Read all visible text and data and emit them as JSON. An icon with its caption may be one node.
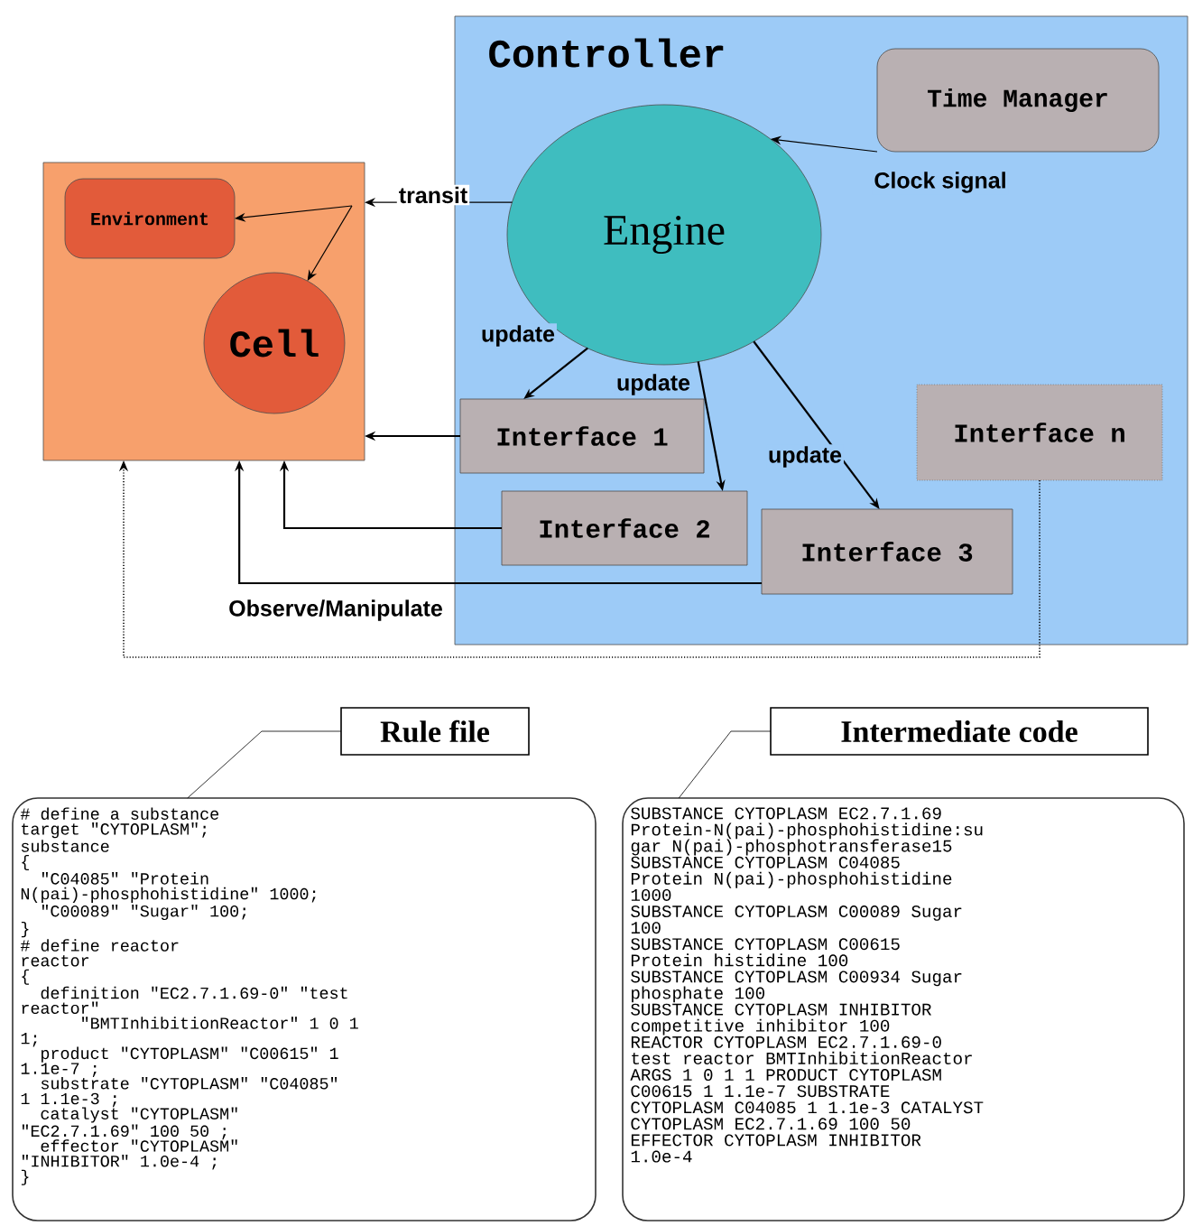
{
  "diagram": {
    "nodes": [
      {
        "text": [],
        "shape": "box"
      },
      {
        "text": [
          "Environment"
        ],
        "in": 0
      },
      {
        "text": [
          "Cell"
        ],
        "in": 0
      },
      {
        "text": [
          "Controller"
        ]
      },
      {
        "text": [
          "Time Manager"
        ],
        "in": 3
      },
      {
        "text": [
          "Engine"
        ],
        "in": 3
      },
      {
        "text": [
          "Interface 1"
        ],
        "in": 3
      },
      {
        "text": [
          "Interface 2"
        ],
        "in": 3
      },
      {
        "text": [
          "Interface 3"
        ],
        "in": 3
      },
      {
        "text": [
          "Interface n"
        ],
        "in": 3
      },
      {
        "text": [
          "Rule file"
        ]
      },
      {
        "text": [
          "# define a substance",
          "target \"CYTOPLASM\";",
          "substance",
          "{",
          "\"C04085\" \"Protein",
          "N(pai)-phosphohistidine\" 1000;",
          "\"C00089\" \"Sugar\" 100;",
          "}",
          "# define reactor",
          "reactor",
          "{",
          "definition \"EC2.7.1.69-0\" \"test",
          "reactor\"",
          "\"BMTInhibitionReactor\" 1 0 1",
          "1;",
          "product \"CYTOPLASM\" \"C00615\" 1",
          "1.1e-7 ;",
          "substrate \"CYTOPLASM\" \"C04085\"",
          "1 1.1e-3 ;",
          "catalyst \"CYTOPLASM\"",
          "\"EC2.7.1.69\" 100 50 ;",
          "effector \"CYTOPLASM\"",
          "\"INHIBITOR\" 1.0e-4 ;",
          "}"
        ]
      },
      {
        "text": [
          "Intermediate code"
        ]
      },
      {
        "text": [
          "SUBSTANCE CYTOPLASM EC2.7.1.69",
          "Protein-N(pai)-phosphohistidine:su",
          "gar N(pai)-phosphotransferase15",
          "SUBSTANCE CYTOPLASM C04085",
          "Protein N(pai)-phosphohistidine",
          "1000",
          "SUBSTANCE CYTOPLASM C00089 Sugar",
          "100",
          "SUBSTANCE CYTOPLASM C00615",
          "Protein histidine 100",
          "SUBSTANCE CYTOPLASM C00934 Sugar",
          "phosphate 100",
          "SUBSTANCE CYTOPLASM INHIBITOR",
          "competitive inhibitor 100",
          "REACTOR CYTOPLASM EC2.7.1.69-0",
          "test reactor BMTInhibitionReactor",
          "ARGS 1 0 1 1 PRODUCT CYTOPLASM",
          "C00615 1 1.1e-7 SUBSTRATE",
          "CYTOPLASM C04085 1 1.1e-3 CATALYST",
          "CYTOPLASM EC2.7.1.69 100 50",
          "EFFECTOR CYTOPLASM INHIBITOR",
          "1.0e-4"
        ]
      }
    ],
    "edges": [
      {
        "from": 4,
        "to": 5,
        "arrow": "to",
        "label": "Clock signal"
      },
      {
        "from": 5,
        "to": 0,
        "arrow": "to",
        "label": "transit"
      },
      {
        "from": null,
        "to": 1,
        "arrow": "to"
      },
      {
        "from": null,
        "to": 2,
        "arrow": "to"
      },
      {
        "from": 5,
        "to": 6,
        "arrow": "to",
        "label": "update"
      },
      {
        "from": 5,
        "to": 7,
        "arrow": "to",
        "label": "update"
      },
      {
        "from": 5,
        "to": 8,
        "arrow": "to",
        "label": "update"
      },
      {
        "from": 6,
        "to": 0,
        "arrow": "to"
      },
      {
        "from": 7,
        "to": 0,
        "arrow": "to"
      },
      {
        "from": 8,
        "to": 0,
        "arrow": "to",
        "label": "Observe/Manipulate"
      },
      {
        "from": 9,
        "to": 0,
        "arrow": "to",
        "style": "dashed"
      },
      {
        "from": 10,
        "to": 11,
        "arrow": "none"
      },
      {
        "from": 12,
        "to": 13,
        "arrow": "none"
      }
    ]
  }
}
